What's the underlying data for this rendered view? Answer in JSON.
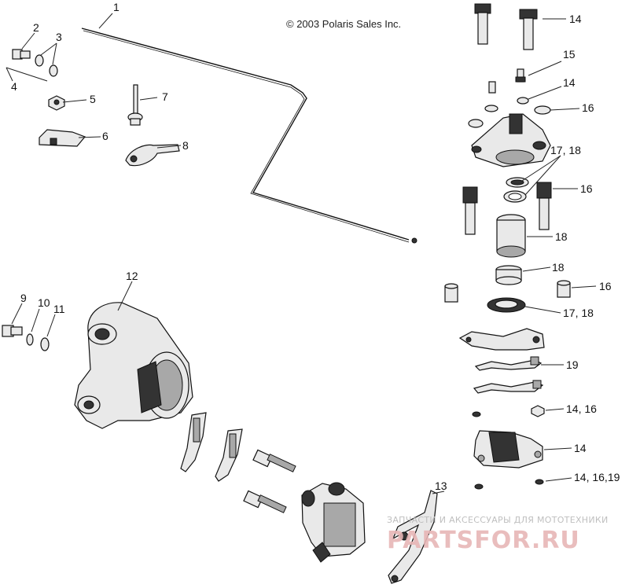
{
  "copyright": "© 2003 Polaris Sales Inc.",
  "watermark": {
    "line1": "ЗАПЧАСТИ И АКСЕССУАРЫ ДЛЯ МОТОТЕХНИКИ",
    "brand": "PARTSFOR.RU",
    "color": "#e7b6b6"
  },
  "callouts": {
    "c1": "1",
    "c2": "2",
    "c3": "3",
    "c4": "4",
    "c5": "5",
    "c6": "6",
    "c7": "7",
    "c8": "8",
    "c9": "9",
    "c10": "10",
    "c11": "11",
    "c12": "12",
    "c13": "13",
    "c14a": "14",
    "c15": "15",
    "c14b": "14",
    "c16a": "16",
    "c1718a": "17, 18",
    "c16b": "16",
    "c18a": "18",
    "c18b": "18",
    "c16c": "16",
    "c1718b": "17,  18",
    "c19": "19",
    "c1416": "14, 16",
    "c14c": "14",
    "c141619": "14, 16,19"
  }
}
